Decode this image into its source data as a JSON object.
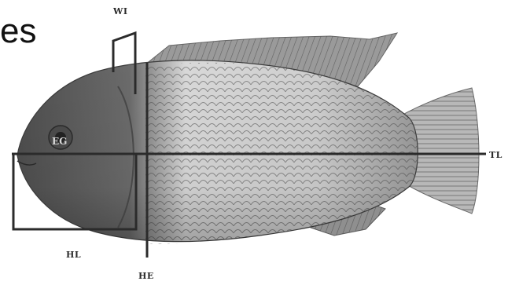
{
  "slide": {
    "heading_fragment": "es"
  },
  "figure": {
    "eye_label": "EG",
    "labels": {
      "wi": "WI",
      "tl": "TL",
      "hl": "HL",
      "he": "HE"
    },
    "colors": {
      "body_dark": "#5a5a5a",
      "body_light": "#e4e4e4",
      "line": "#2b2b2b",
      "fin": "#8c8c8c"
    }
  }
}
